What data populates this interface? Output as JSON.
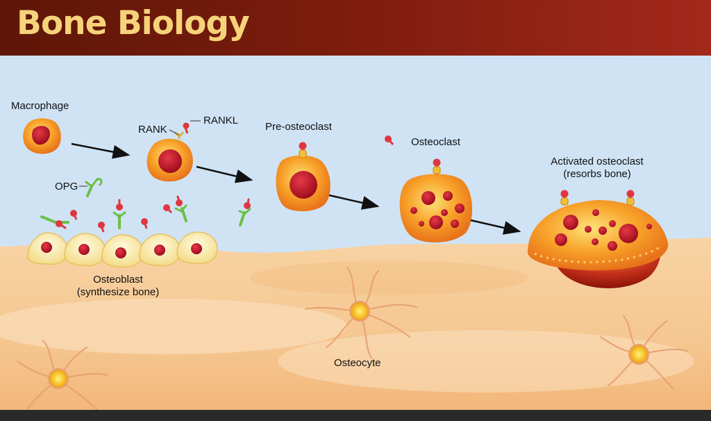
{
  "title": "Bone Biology",
  "labels": {
    "macrophage": "Macrophage",
    "rank": "RANK",
    "rankl": "RANKL",
    "opg": "OPG",
    "pre_osteoclast": "Pre-osteoclast",
    "osteoclast": "Osteoclast",
    "activated_osteoclast_line1": "Activated osteoclast",
    "activated_osteoclast_line2": "(resorbs bone)",
    "osteoblast_line1": "Osteoblast",
    "osteoblast_line2": "(synthesize bone)",
    "osteocyte": "Osteocyte"
  },
  "colors": {
    "header": "#7a1c0c",
    "title": "#f6d37a",
    "background_fluid": "#cfe3f5",
    "bone": "#f5c690",
    "cell_orange": "#f8a32a",
    "nucleus_red": "#c8102e",
    "ligand_red": "#e0373f",
    "receptor_yellow": "#f0c030",
    "opg_green": "#6cbf45"
  }
}
